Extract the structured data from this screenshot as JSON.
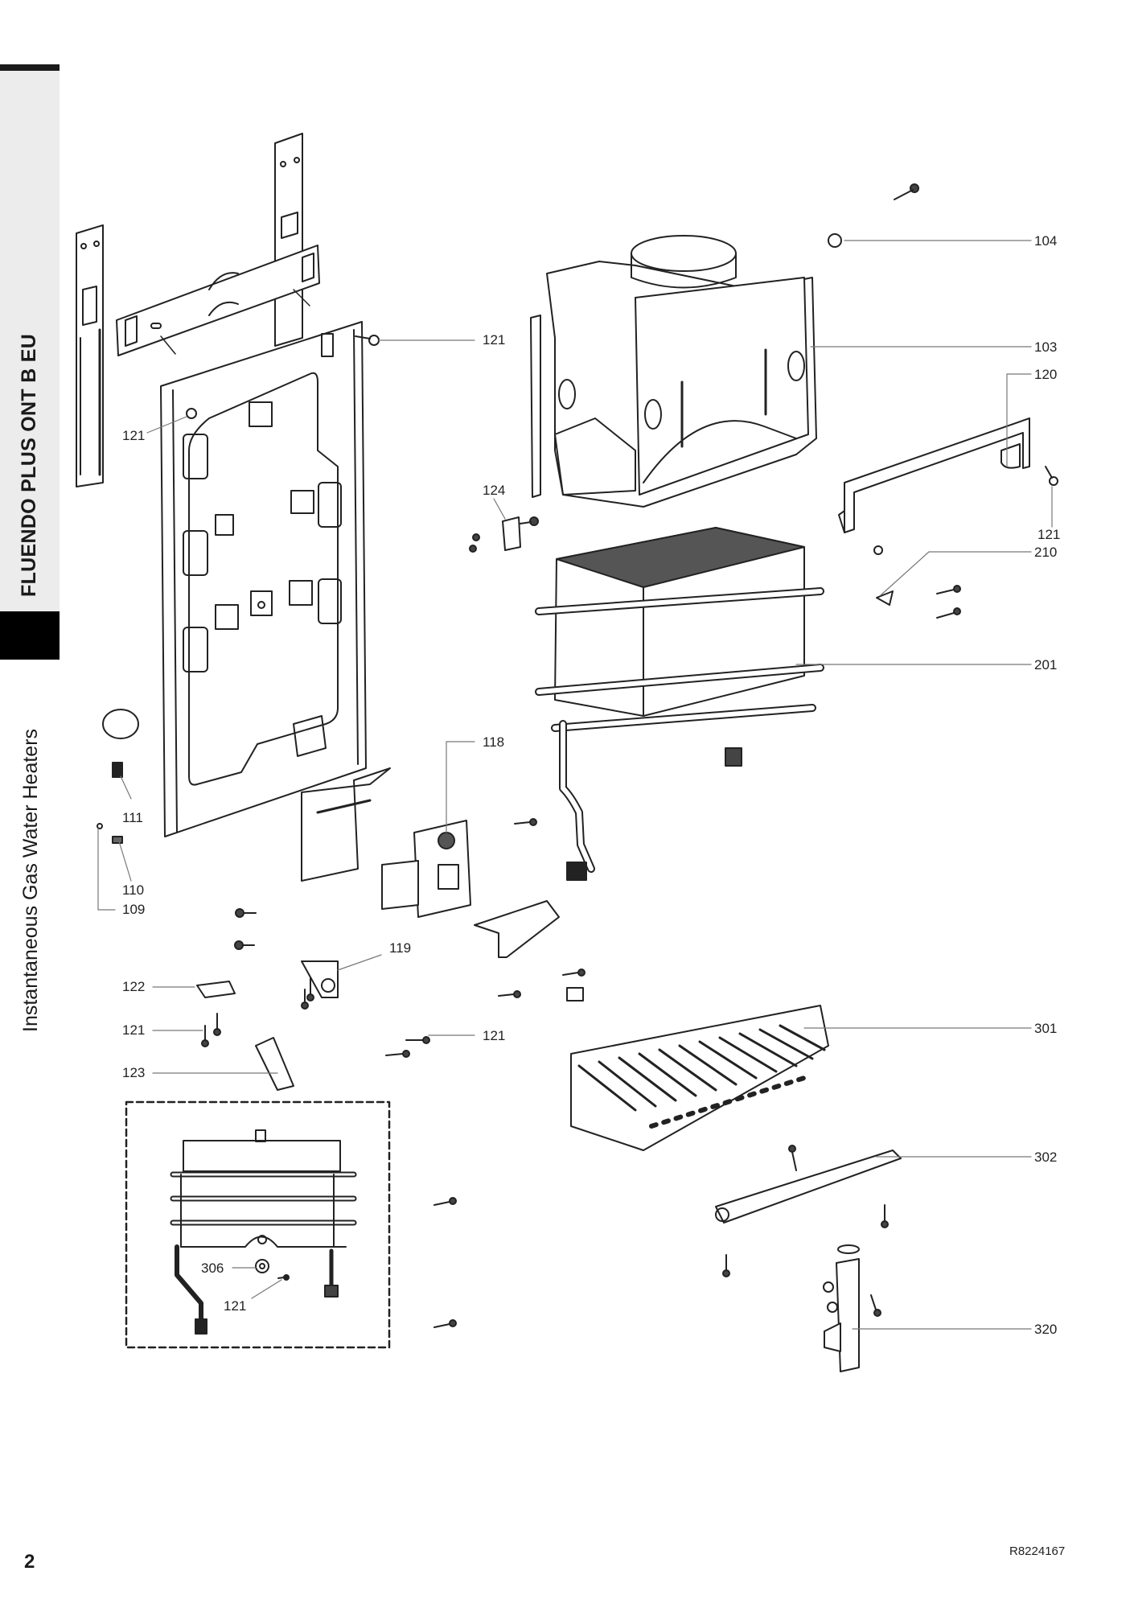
{
  "document": {
    "product_name": "FLUENDO PLUS ONT B EU",
    "category": "Instantaneous Gas Water Heaters",
    "page_number": "2",
    "document_reference": "R8224167"
  },
  "diagram": {
    "type": "exploded-parts-view",
    "part_labels": {
      "p104": "104",
      "p103": "103",
      "p120": "120",
      "p121_right": "121",
      "p210": "210",
      "p201": "201",
      "p121_top": "121",
      "p121_left": "121",
      "p124": "124",
      "p118": "118",
      "p111": "111",
      "p110": "110",
      "p109": "109",
      "p119": "119",
      "p122": "122",
      "p121_lower_left": "121",
      "p121_center": "121",
      "p123": "123",
      "p301": "301",
      "p302": "302",
      "p320": "320",
      "p306": "306",
      "p121_inset": "121"
    }
  }
}
